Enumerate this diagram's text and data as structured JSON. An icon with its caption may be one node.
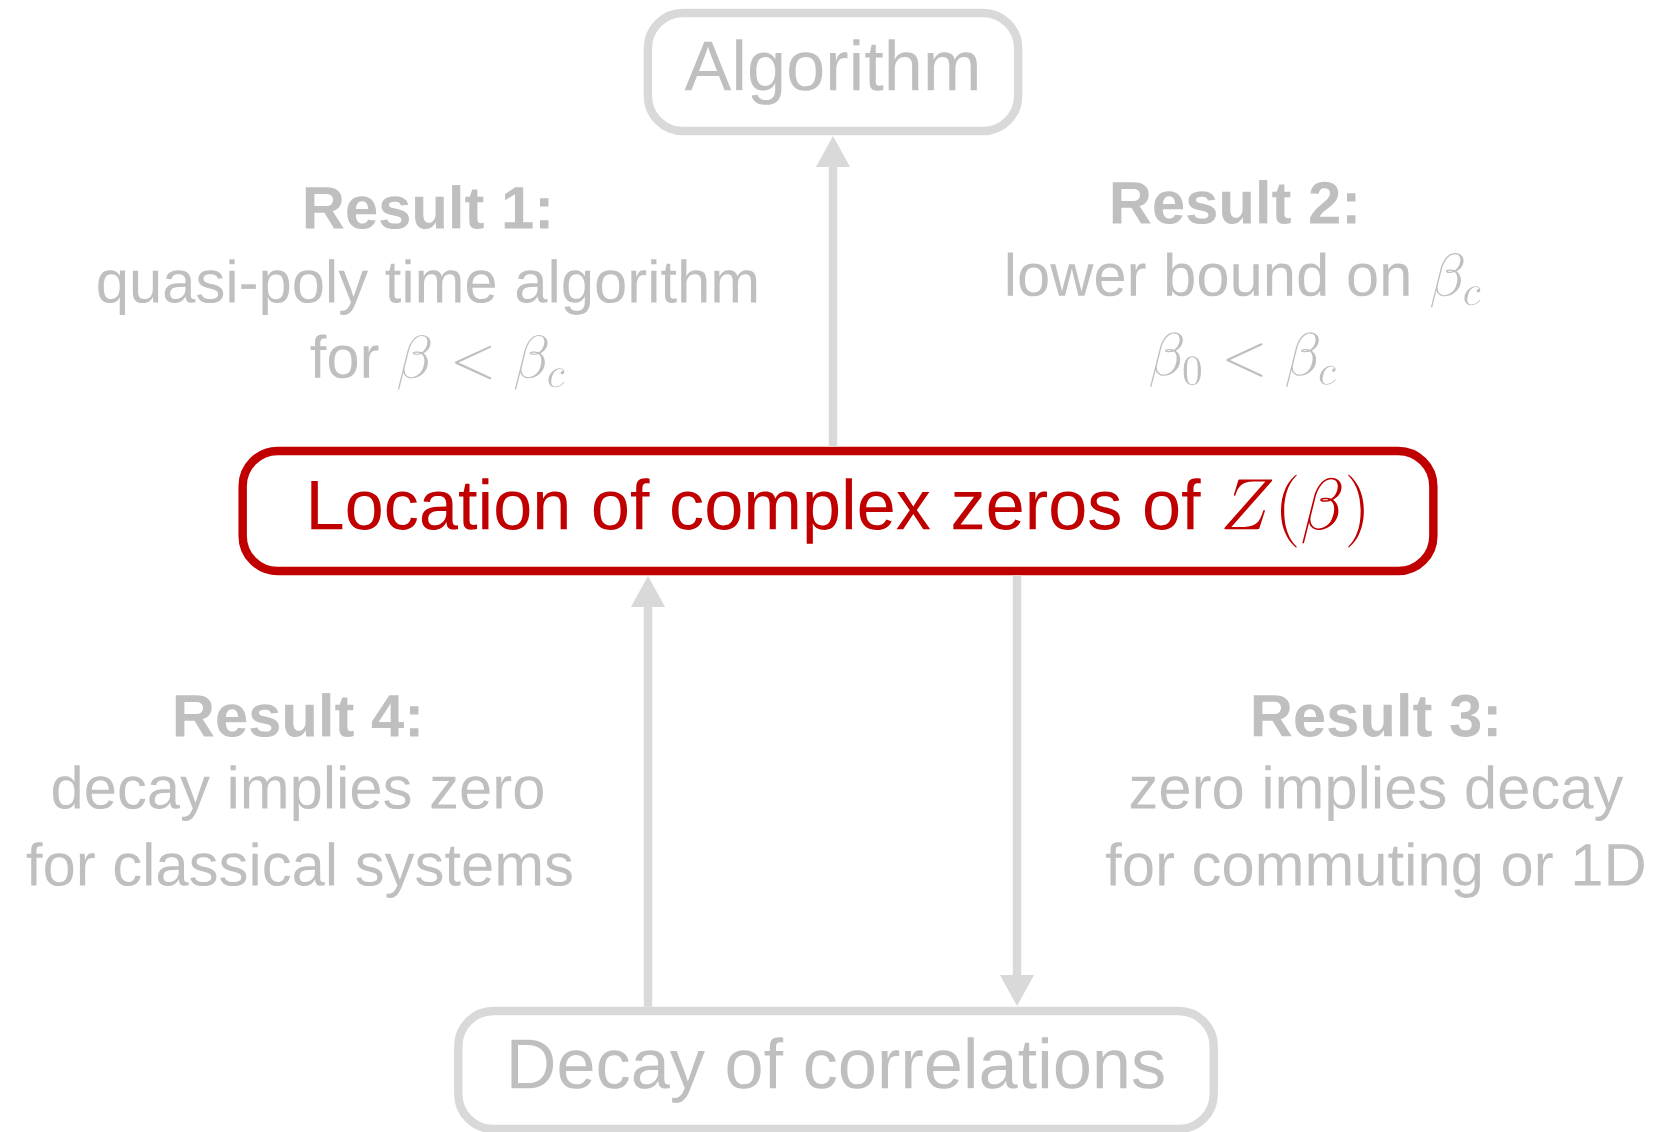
{
  "diagram": {
    "nodes": [
      {
        "text": [
          "Algorithm"
        ]
      },
      {
        "text": [
          "Location of complex zeros of",
          "Z(\\beta)"
        ]
      },
      {
        "text": [
          "Decay of correlations"
        ]
      }
    ],
    "edges": [
      {
        "from": 1,
        "to": 0,
        "arrow": "to"
      },
      {
        "from": 2,
        "to": 1,
        "arrow": "to"
      },
      {
        "from": 1,
        "to": 2,
        "arrow": "to"
      }
    ],
    "labels": [
      "Result 1:",
      "quasi-poly time algorithm",
      "for",
      "\\beta < \\beta_c",
      "Result 2:",
      "lower bound on",
      "\\beta_c",
      "\\beta_0 < \\beta_c",
      "Result 4:",
      "decay implies zero",
      "for classical systems",
      "Result 3:",
      "zero implies decay",
      "for commuting or 1D"
    ]
  }
}
